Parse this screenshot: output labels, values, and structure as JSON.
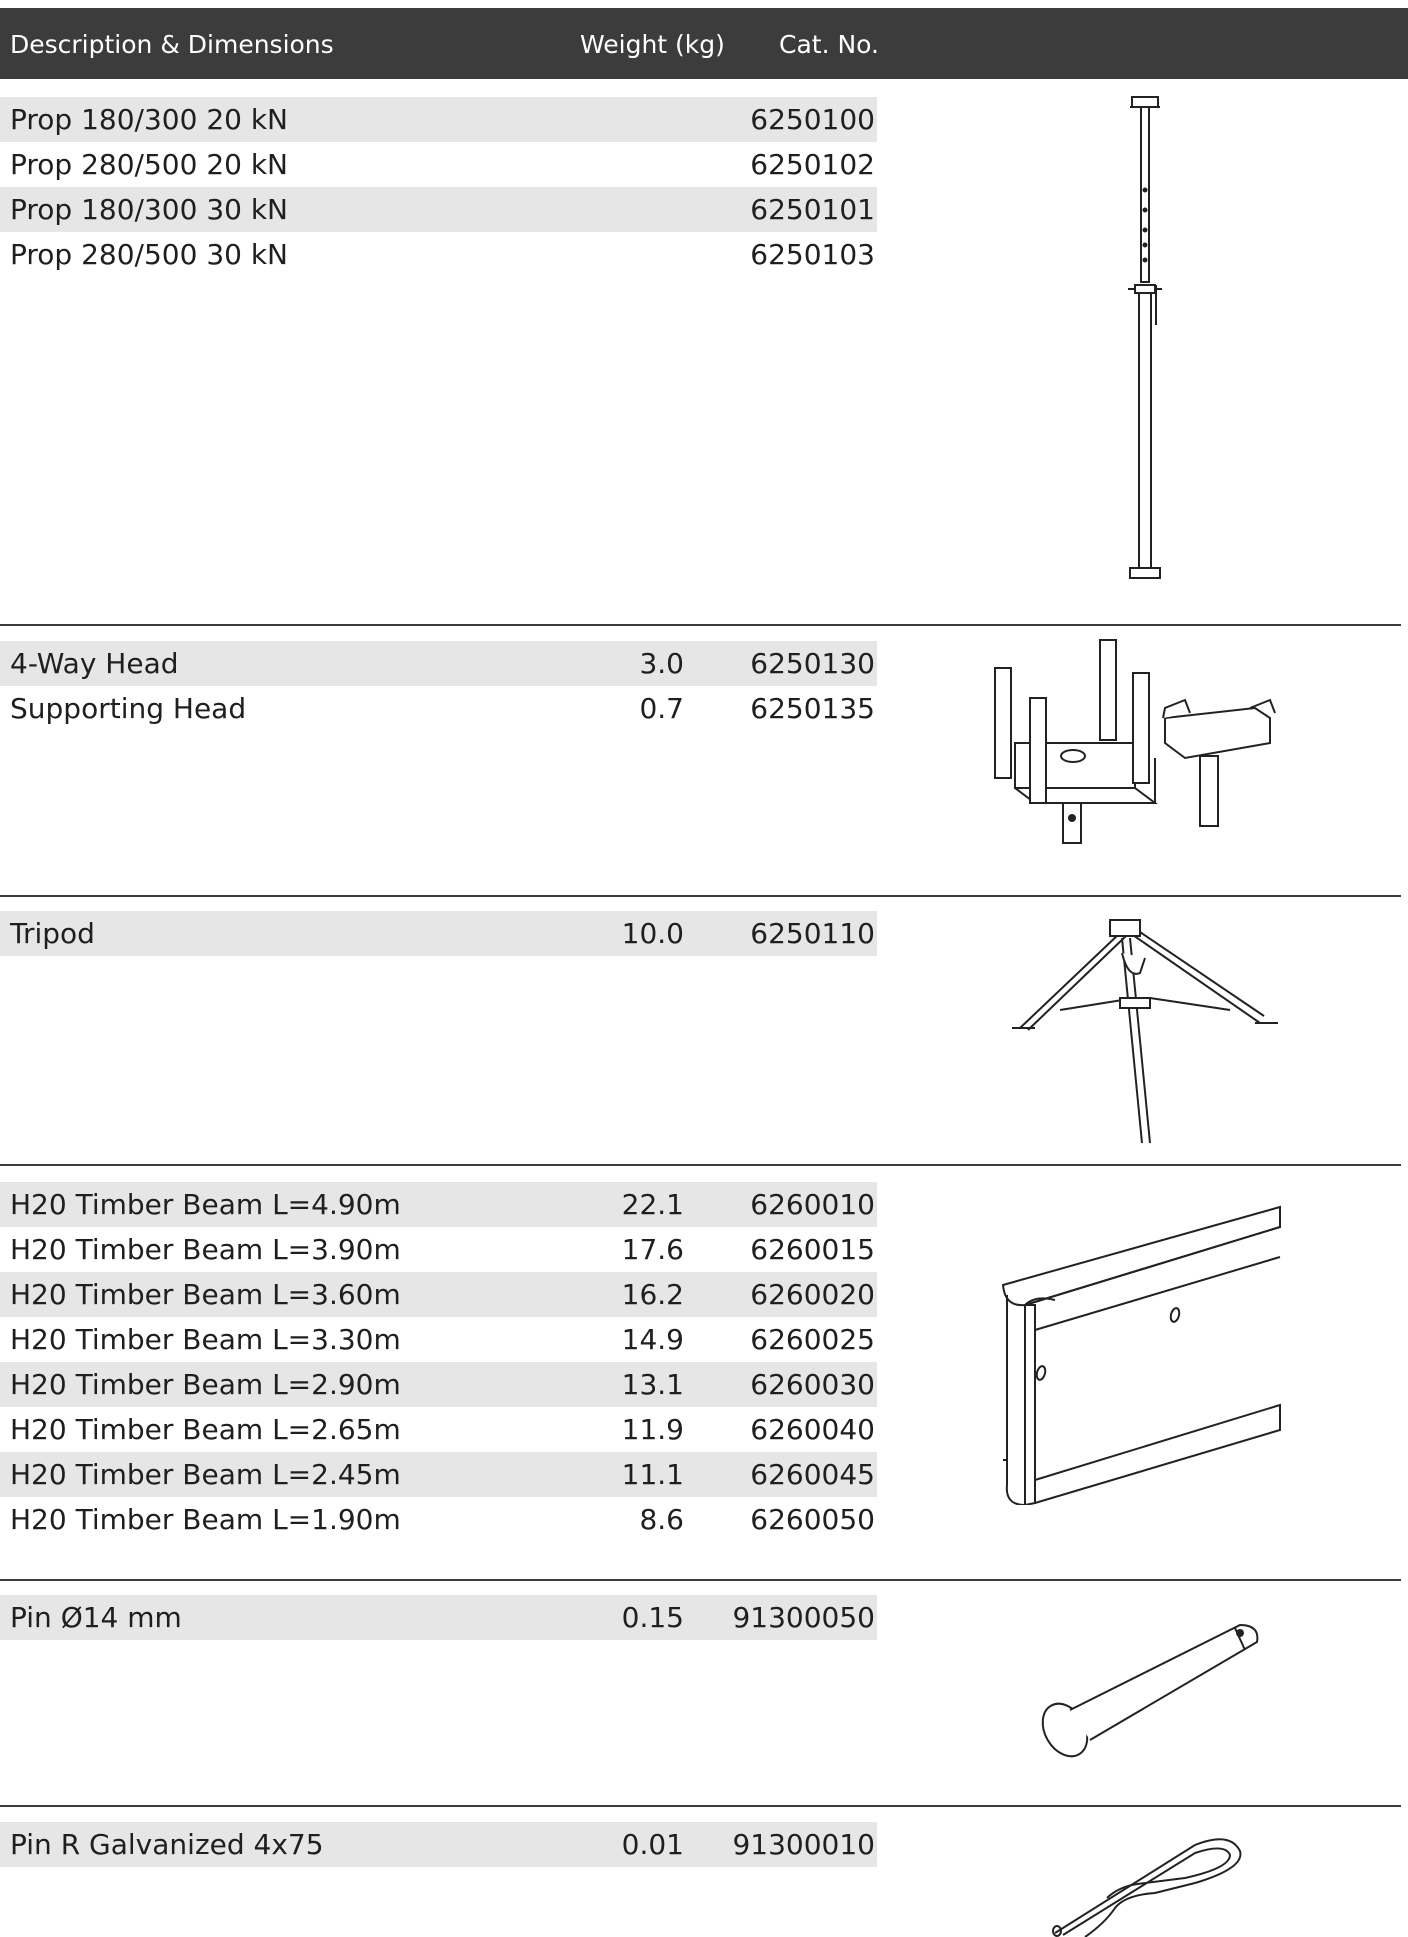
{
  "header": {
    "description": "Description & Dimensions",
    "weight": "Weight (kg)",
    "cat_no": "Cat. No."
  },
  "groups": [
    {
      "rows": [
        {
          "description": "Prop 180/300 20 kN",
          "weight": "",
          "cat_no": "6250100"
        },
        {
          "description": "Prop 280/500 20 kN",
          "weight": "",
          "cat_no": "6250102"
        },
        {
          "description": "Prop 180/300 30 kN",
          "weight": "",
          "cat_no": "6250101"
        },
        {
          "description": "Prop 280/500 30 kN",
          "weight": "",
          "cat_no": "6250103"
        }
      ],
      "illustration": "prop-illustration"
    },
    {
      "rows": [
        {
          "description": "4-Way Head",
          "weight": "3.0",
          "cat_no": "6250130"
        },
        {
          "description": "Supporting Head",
          "weight": "0.7",
          "cat_no": "6250135"
        }
      ],
      "illustration": "heads-illustration"
    },
    {
      "rows": [
        {
          "description": "Tripod",
          "weight": "10.0",
          "cat_no": "6250110"
        }
      ],
      "illustration": "tripod-illustration"
    },
    {
      "rows": [
        {
          "description": "H20 Timber Beam L=4.90m",
          "weight": "22.1",
          "cat_no": "6260010"
        },
        {
          "description": "H20 Timber Beam L=3.90m",
          "weight": "17.6",
          "cat_no": "6260015"
        },
        {
          "description": "H20 Timber Beam L=3.60m",
          "weight": "16.2",
          "cat_no": "6260020"
        },
        {
          "description": "H20 Timber Beam L=3.30m",
          "weight": "14.9",
          "cat_no": "6260025"
        },
        {
          "description": "H20 Timber Beam L=2.90m",
          "weight": "13.1",
          "cat_no": "6260030"
        },
        {
          "description": "H20 Timber Beam L=2.65m",
          "weight": "11.9",
          "cat_no": "6260040"
        },
        {
          "description": "H20 Timber Beam L=2.45m",
          "weight": "11.1",
          "cat_no": "6260045"
        },
        {
          "description": "H20 Timber Beam L=1.90m",
          "weight": "8.6",
          "cat_no": "6260050"
        }
      ],
      "illustration": "timber-beam-illustration"
    },
    {
      "rows": [
        {
          "description": "Pin Ø14 mm",
          "weight": "0.15",
          "cat_no": "91300050"
        }
      ],
      "illustration": "pin-illustration"
    },
    {
      "rows": [
        {
          "description": "Pin R Galvanized 4x75",
          "weight": "0.01",
          "cat_no": "91300010"
        }
      ],
      "illustration": "r-pin-illustration"
    }
  ],
  "colors": {
    "header_bg": "#3c3c3c",
    "row_shade": "#e6e6e6",
    "separator": "#3c3c3c"
  }
}
